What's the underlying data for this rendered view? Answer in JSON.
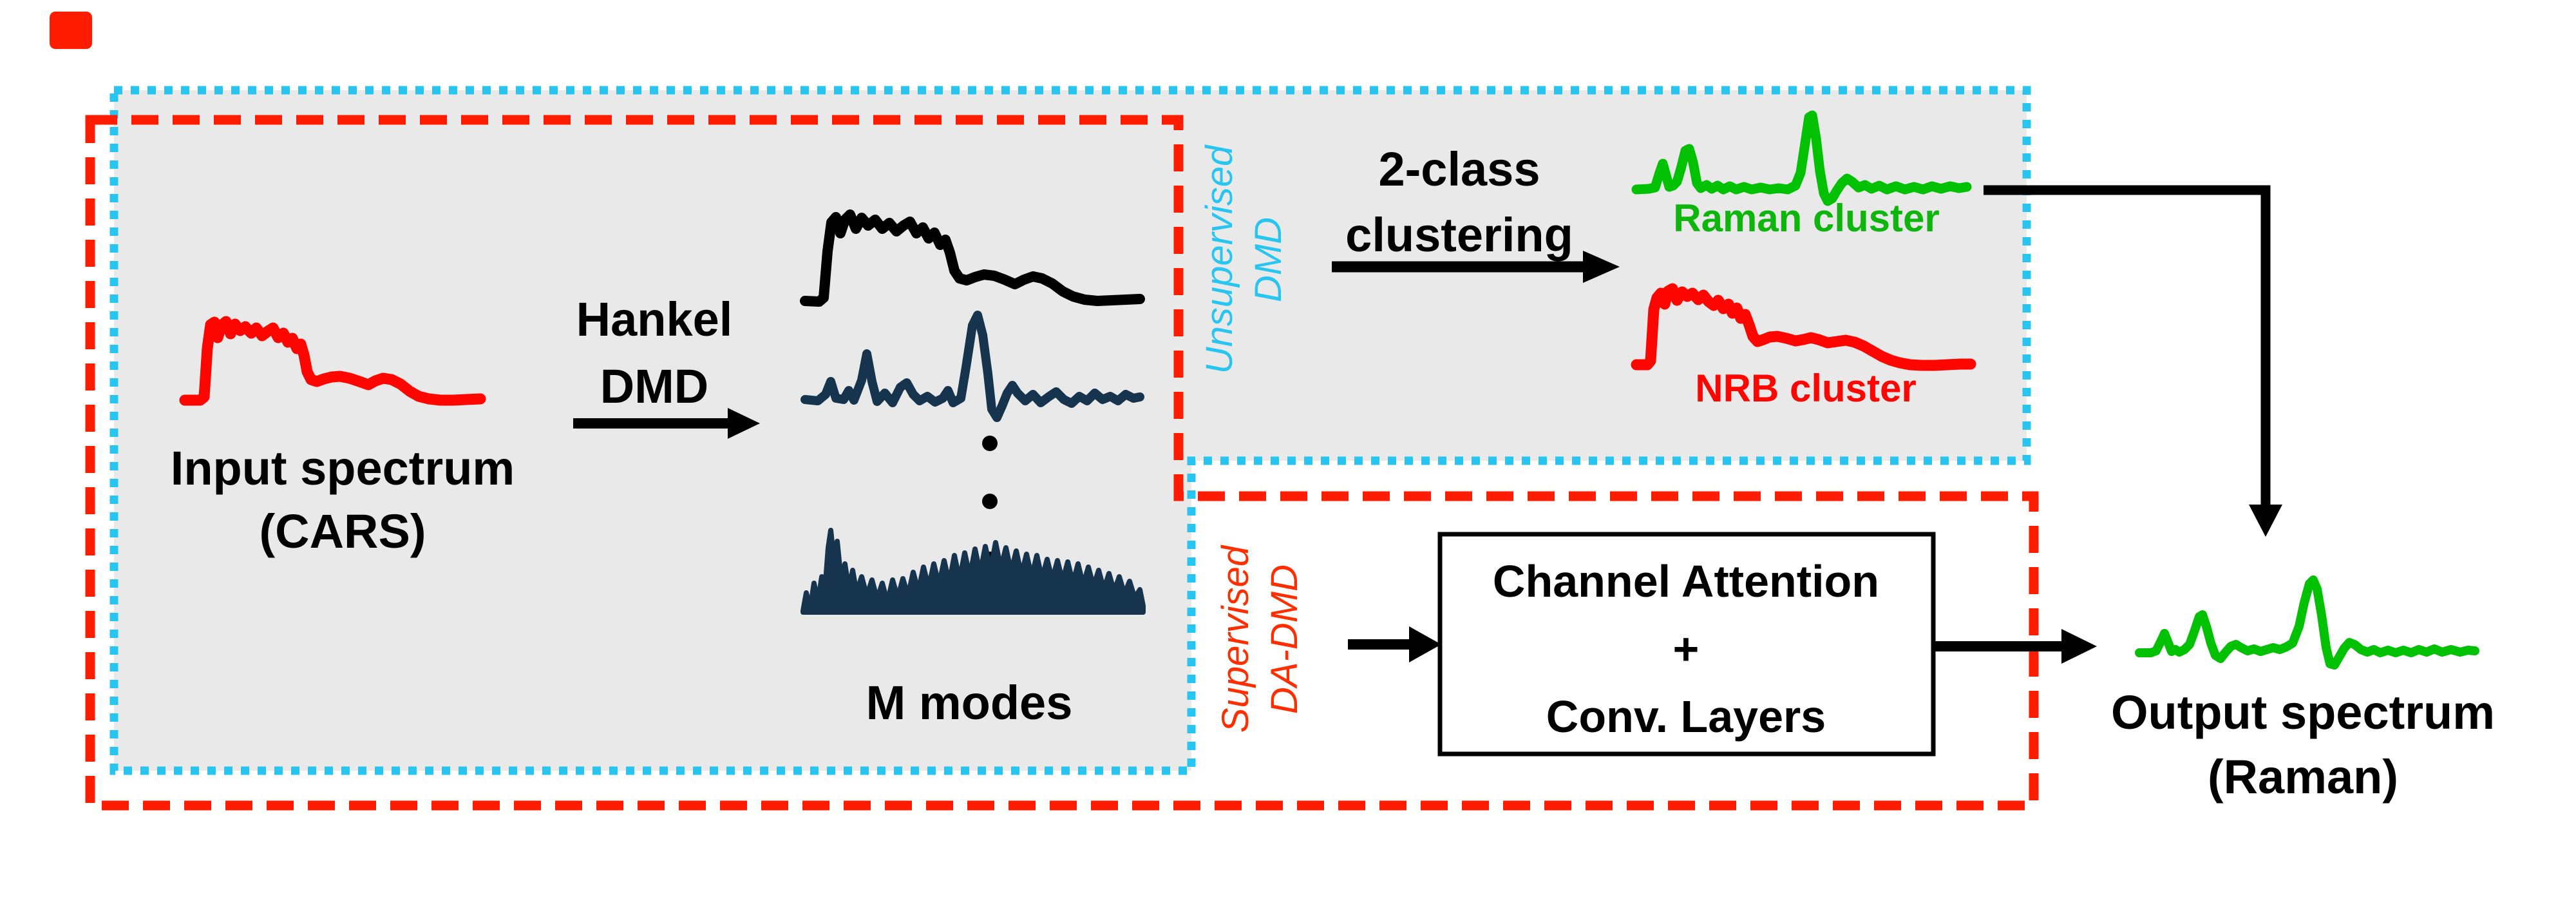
{
  "palette": {
    "cyan": "#29c5f1",
    "red": "#fe1d00",
    "curve_red": "#fe0500",
    "green": "#0db50d",
    "curve_green": "#02c002",
    "navy": "#17344f",
    "gray_background": "#e9e9e9",
    "black": "#000000",
    "white": "#ffffff"
  },
  "nodes": {
    "input_label_line1": "Input spectrum",
    "input_label_line2": "(CARS)",
    "hankel_line1": "Hankel",
    "hankel_line2": "DMD",
    "m_modes_label": "M modes",
    "clustering_line1": "2-class",
    "clustering_line2": "clustering",
    "raman_cluster_label": "Raman cluster",
    "nrb_cluster_label": "NRB cluster",
    "attention_box_line1": "Channel Attention",
    "attention_box_line2": "+",
    "attention_box_line3": "Conv. Layers",
    "output_label_line1": "Output spectrum",
    "output_label_line2": "(Raman)"
  },
  "branches": {
    "unsupervised_line1": "Unsupervised",
    "unsupervised_line2": "DMD",
    "supervised_line1": "Supervised",
    "supervised_line2": "DA-DMD"
  }
}
